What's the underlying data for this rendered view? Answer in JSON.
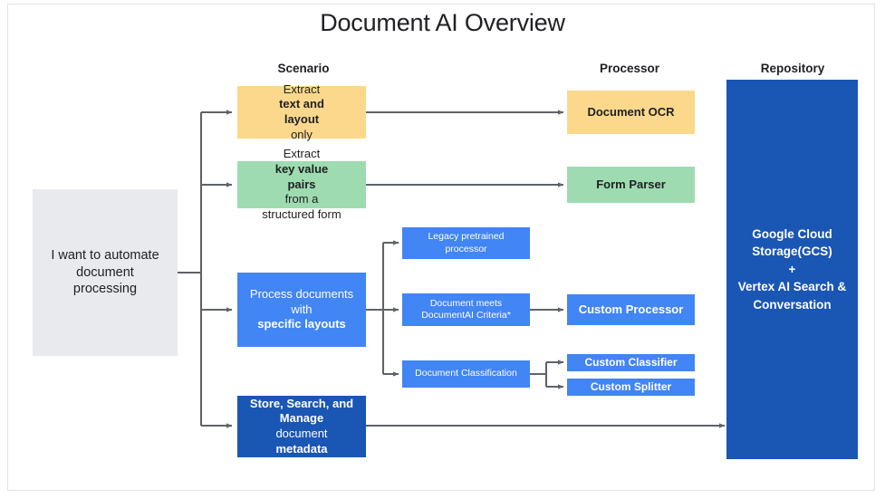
{
  "title": "Document AI Overview",
  "columns": [
    {
      "key": "scenario",
      "label": "Scenario"
    },
    {
      "key": "processor",
      "label": "Processor"
    },
    {
      "key": "repository",
      "label": "Repository"
    }
  ],
  "colors": {
    "yellow": "#fbd88b",
    "green": "#9edbb1",
    "blue": "#4285f4",
    "blue_dark": "#1a56b4",
    "gray": "#e8eaed",
    "connector": "#5f6368",
    "frame_border": "#e3e3e3",
    "text_dark": "#202124",
    "text_light": "#ffffff"
  },
  "entry": {
    "label_line1": "I want to automate",
    "label_line2": "document",
    "label_line3": "processing"
  },
  "scenarios": [
    {
      "id": "extract-text-layout",
      "color": "yellow",
      "line1_plain": "Extract ",
      "line1_bold": "text and",
      "line2_bold": "layout",
      "line2_plain": " only"
    },
    {
      "id": "extract-key-value",
      "color": "green",
      "line1_plain": "Extract ",
      "line1_bold": "key value",
      "line2_bold": "pairs",
      "line2_plain": " from a",
      "line3_plain": "structured form"
    },
    {
      "id": "process-specific-layouts",
      "color": "blue",
      "line1_plain": "Process documents",
      "line2_plain": "with ",
      "line2_bold": "specific layouts"
    },
    {
      "id": "store-search-manage",
      "color": "blue_dark",
      "line1_bold": "Store, Search, and",
      "line2_bold": "Manage",
      "line2_plain": " document",
      "line3_bold": "metadata"
    }
  ],
  "intermediate": [
    {
      "id": "legacy-pretrained-processor",
      "line1": "Legacy pretrained",
      "line2": "processor"
    },
    {
      "id": "document-meets-criteria",
      "line1": "Document meets",
      "line2": "DocumentAI Criteria*"
    },
    {
      "id": "document-classification",
      "line1": "Document Classification"
    }
  ],
  "processors": [
    {
      "id": "document-ocr",
      "label": "Document OCR",
      "color": "yellow"
    },
    {
      "id": "form-parser",
      "label": "Form Parser",
      "color": "green"
    },
    {
      "id": "custom-processor",
      "label": "Custom Processor",
      "color": "blue"
    },
    {
      "id": "custom-classifier",
      "label": "Custom Classifier",
      "color": "blue"
    },
    {
      "id": "custom-splitter",
      "label": "Custom Splitter",
      "color": "blue"
    }
  ],
  "repository": {
    "id": "gcs-vertex-repository",
    "line1": "Google Cloud",
    "line2": "Storage(GCS)",
    "line3": "+",
    "line4": "Vertex AI Search &",
    "line5": "Conversation"
  }
}
